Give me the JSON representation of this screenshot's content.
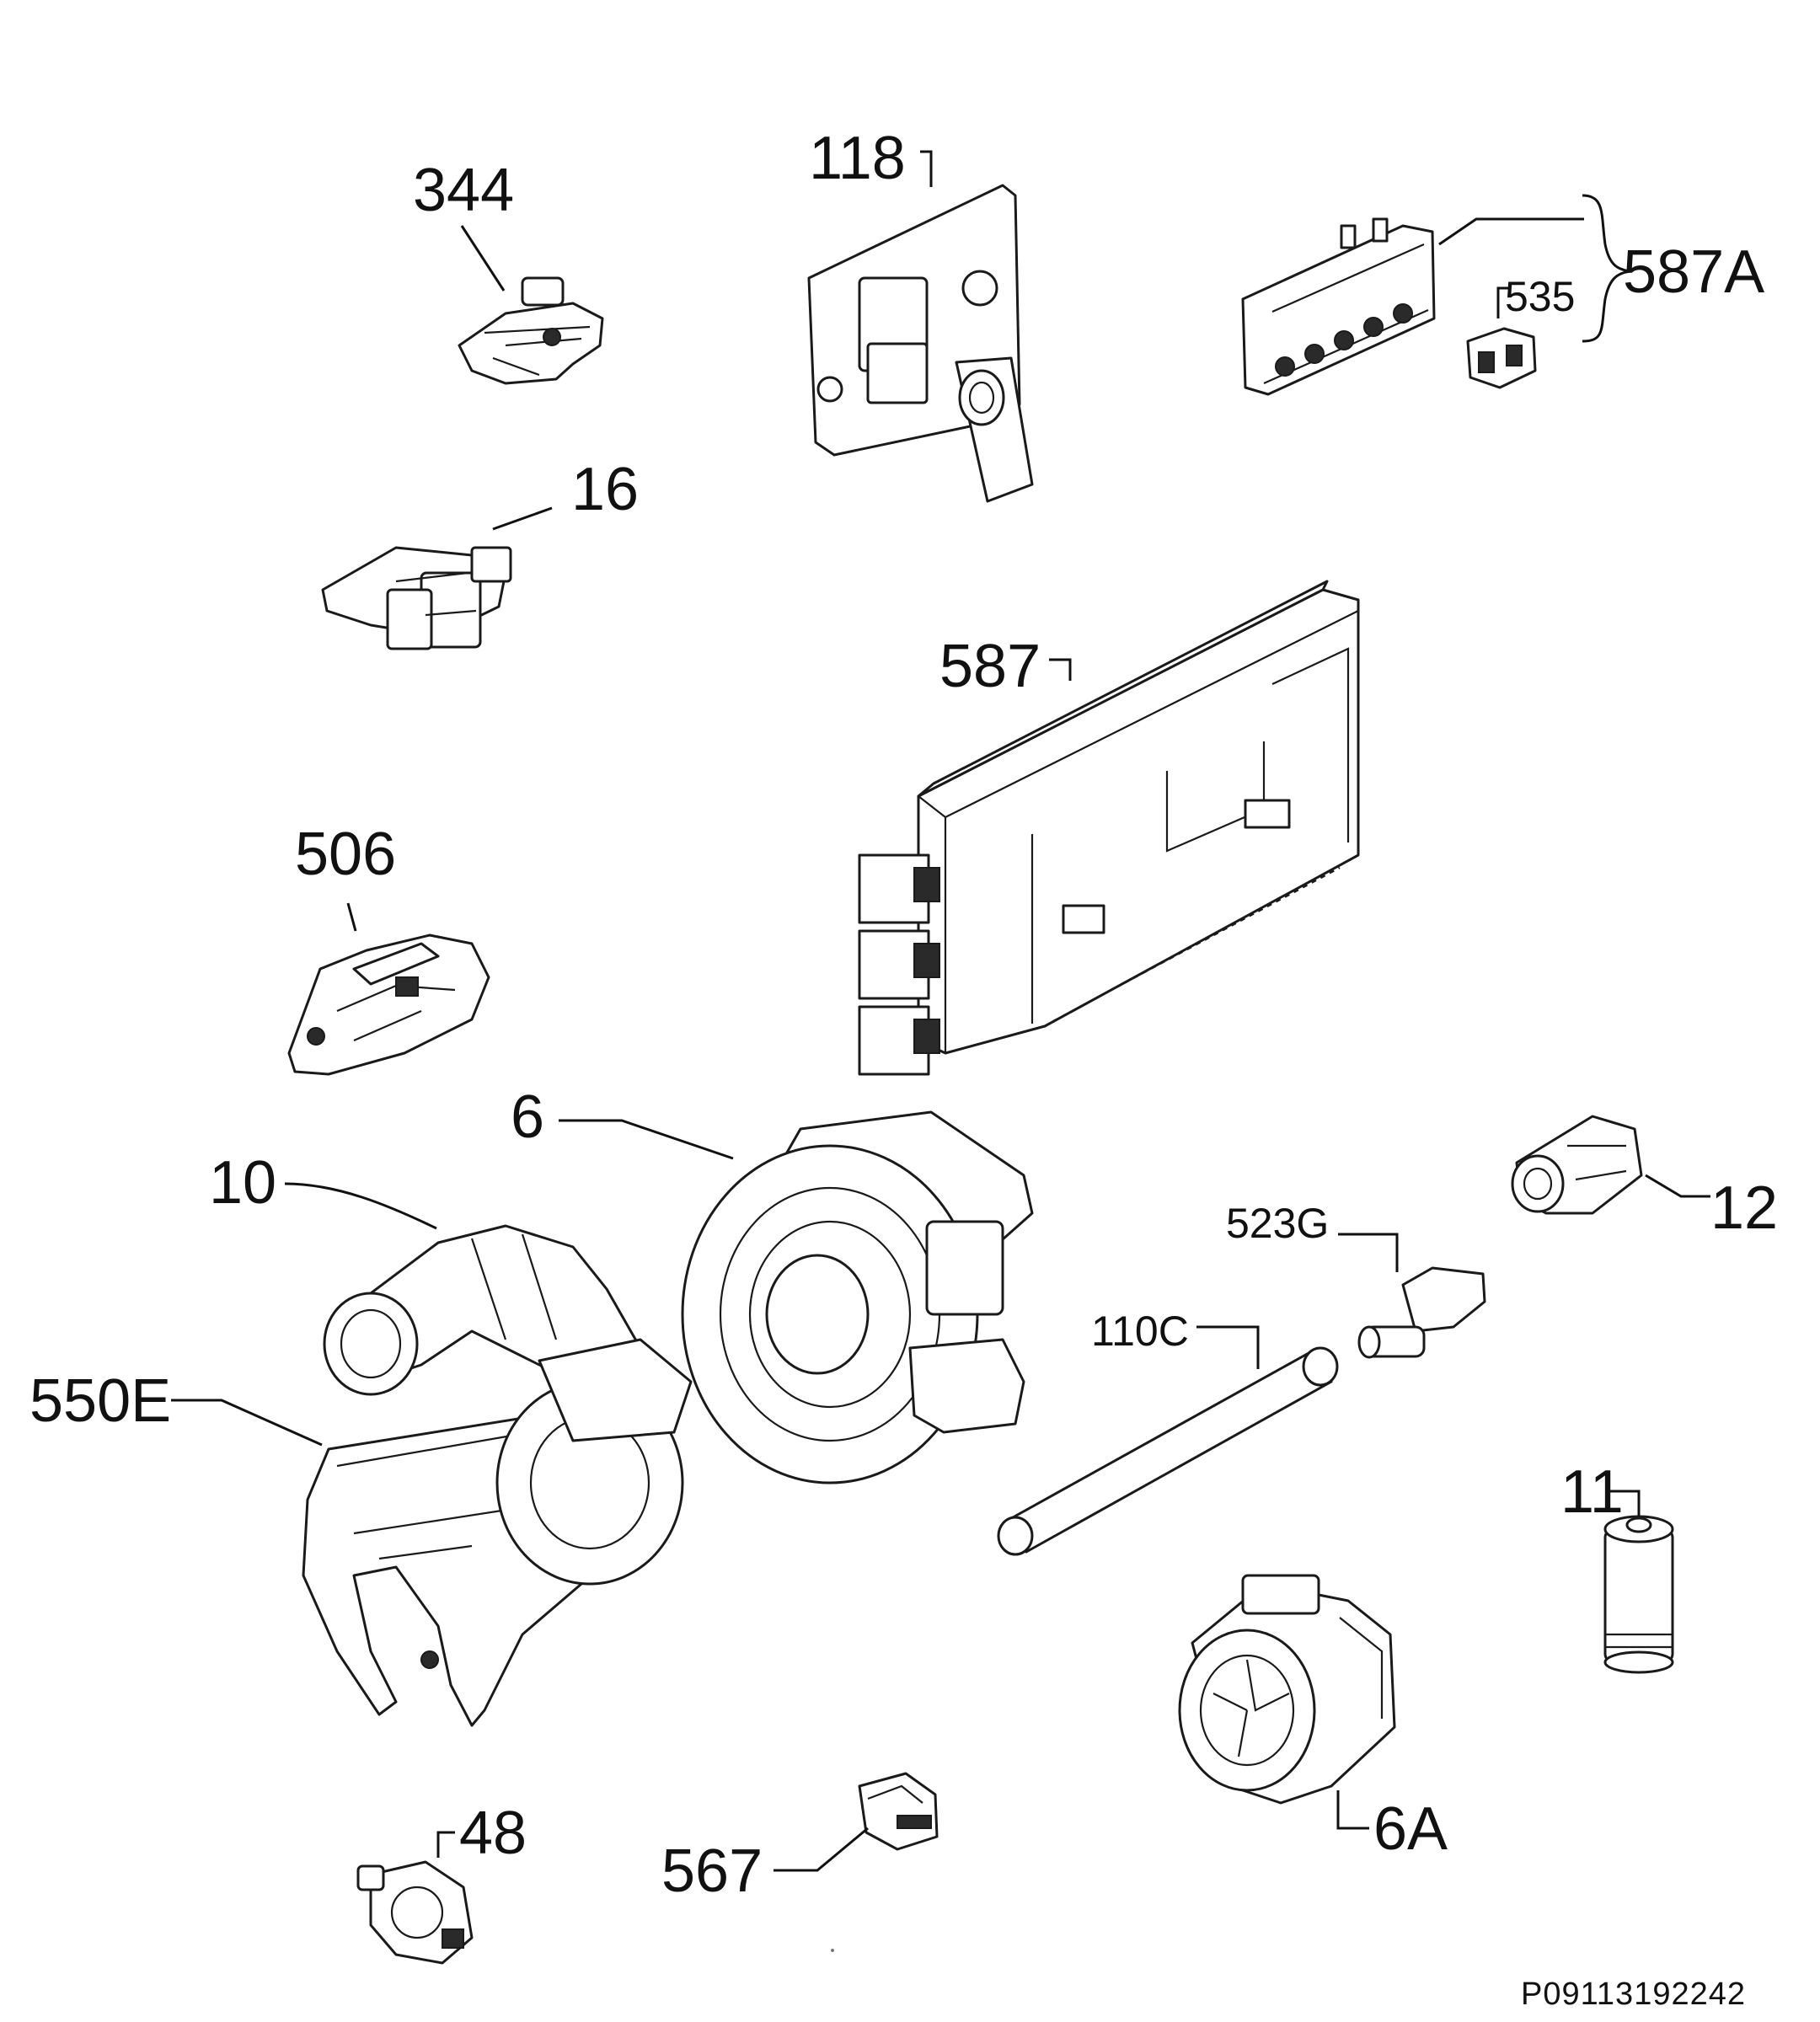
{
  "labels": {
    "p344": "344",
    "p118": "118",
    "p587a": "587A",
    "p535": "535",
    "p16": "16",
    "p587": "587",
    "p506": "506",
    "p6": "6",
    "p10": "10",
    "p12": "12",
    "p523g": "523G",
    "p110c": "110C",
    "p550e": "550E",
    "p11": "11",
    "p48": "48",
    "p567": "567",
    "p6a": "6A"
  },
  "reference_code": "P09113192242",
  "line_color": "#1a1a1a"
}
